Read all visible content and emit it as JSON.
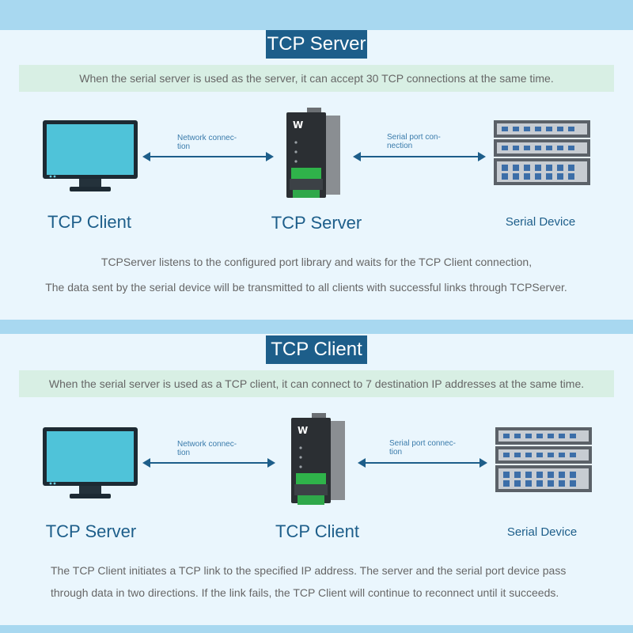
{
  "server_section": {
    "title": "TCP Server",
    "note": "When the serial server is used as the server, it can accept 30 TCP connections at the same time.",
    "left_label": "TCP Client",
    "center_label": "TCP Server",
    "right_label": "Serial Device",
    "left_link_line1": "Network connec-",
    "left_link_line2": "tion",
    "right_link_line1": "Serial port con-",
    "right_link_line2": "nection",
    "desc_line1": "TCPServer listens to the configured port library and waits for the TCP Client connection,",
    "desc_line2": "The data sent by the serial device will be transmitted to all clients with successful links through TCPServer."
  },
  "client_section": {
    "title": "TCP Client",
    "note": "When the serial server is used as a TCP client, it can connect to 7 destination IP addresses at the same time.",
    "left_label": "TCP Server",
    "center_label": "TCP Client",
    "right_label": "Serial Device",
    "left_link_line1": "Network connec-",
    "left_link_line2": "tion",
    "right_link_line1": "Serial port connec-",
    "right_link_line2": "tion",
    "desc_line1": "The TCP Client initiates a TCP link to the specified IP address. The server and the serial port device pass",
    "desc_line2": "through data in two directions. If the link fails, the TCP Client will continue to reconnect until it succeeds."
  },
  "device_logo": "W",
  "colors": {
    "title_bg": "#1d5e8a",
    "note_bg": "#d8efe4",
    "panel_bg": "#eaf6fd",
    "band": "#a8d8f0",
    "arrow": "#1d5e8a",
    "monitor_screen": "#4fc3d9",
    "device_green": "#2fb34a"
  }
}
